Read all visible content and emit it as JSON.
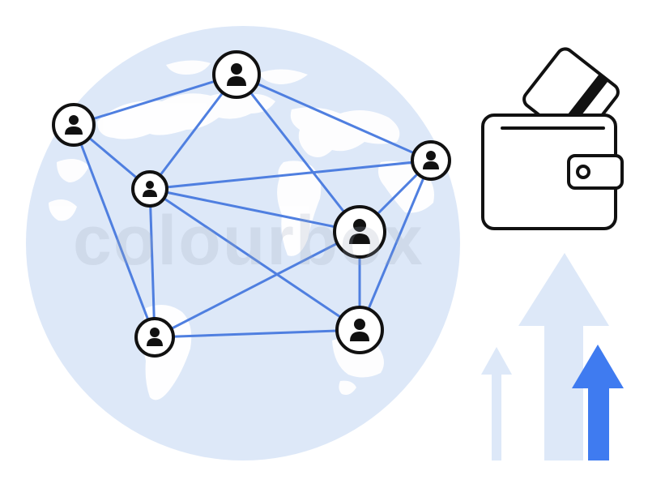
{
  "watermark": "colourbox",
  "colors": {
    "globe": "#dde8f8",
    "land": "#ffffff",
    "network_line": "#4f7fe0",
    "node_stroke": "#111111",
    "arrow_light": "#dde8f8",
    "arrow_accent": "#3f7bf0",
    "wallet_stroke": "#111111"
  },
  "icons": {
    "people": "person-icon",
    "wallet": "wallet-icon",
    "card": "credit-card-icon",
    "growth": "up-arrow-icon"
  },
  "network": {
    "nodes": [
      "user-1",
      "user-2",
      "user-3",
      "user-4",
      "user-5",
      "user-6",
      "user-7"
    ],
    "edges": [
      [
        "user-1",
        "user-2"
      ],
      [
        "user-1",
        "user-3"
      ],
      [
        "user-1",
        "user-5"
      ],
      [
        "user-2",
        "user-3"
      ],
      [
        "user-2",
        "user-4"
      ],
      [
        "user-2",
        "user-6"
      ],
      [
        "user-3",
        "user-4"
      ],
      [
        "user-3",
        "user-6"
      ],
      [
        "user-3",
        "user-5"
      ],
      [
        "user-3",
        "user-7"
      ],
      [
        "user-4",
        "user-6"
      ],
      [
        "user-4",
        "user-7"
      ],
      [
        "user-5",
        "user-6"
      ],
      [
        "user-5",
        "user-7"
      ],
      [
        "user-6",
        "user-7"
      ]
    ]
  }
}
